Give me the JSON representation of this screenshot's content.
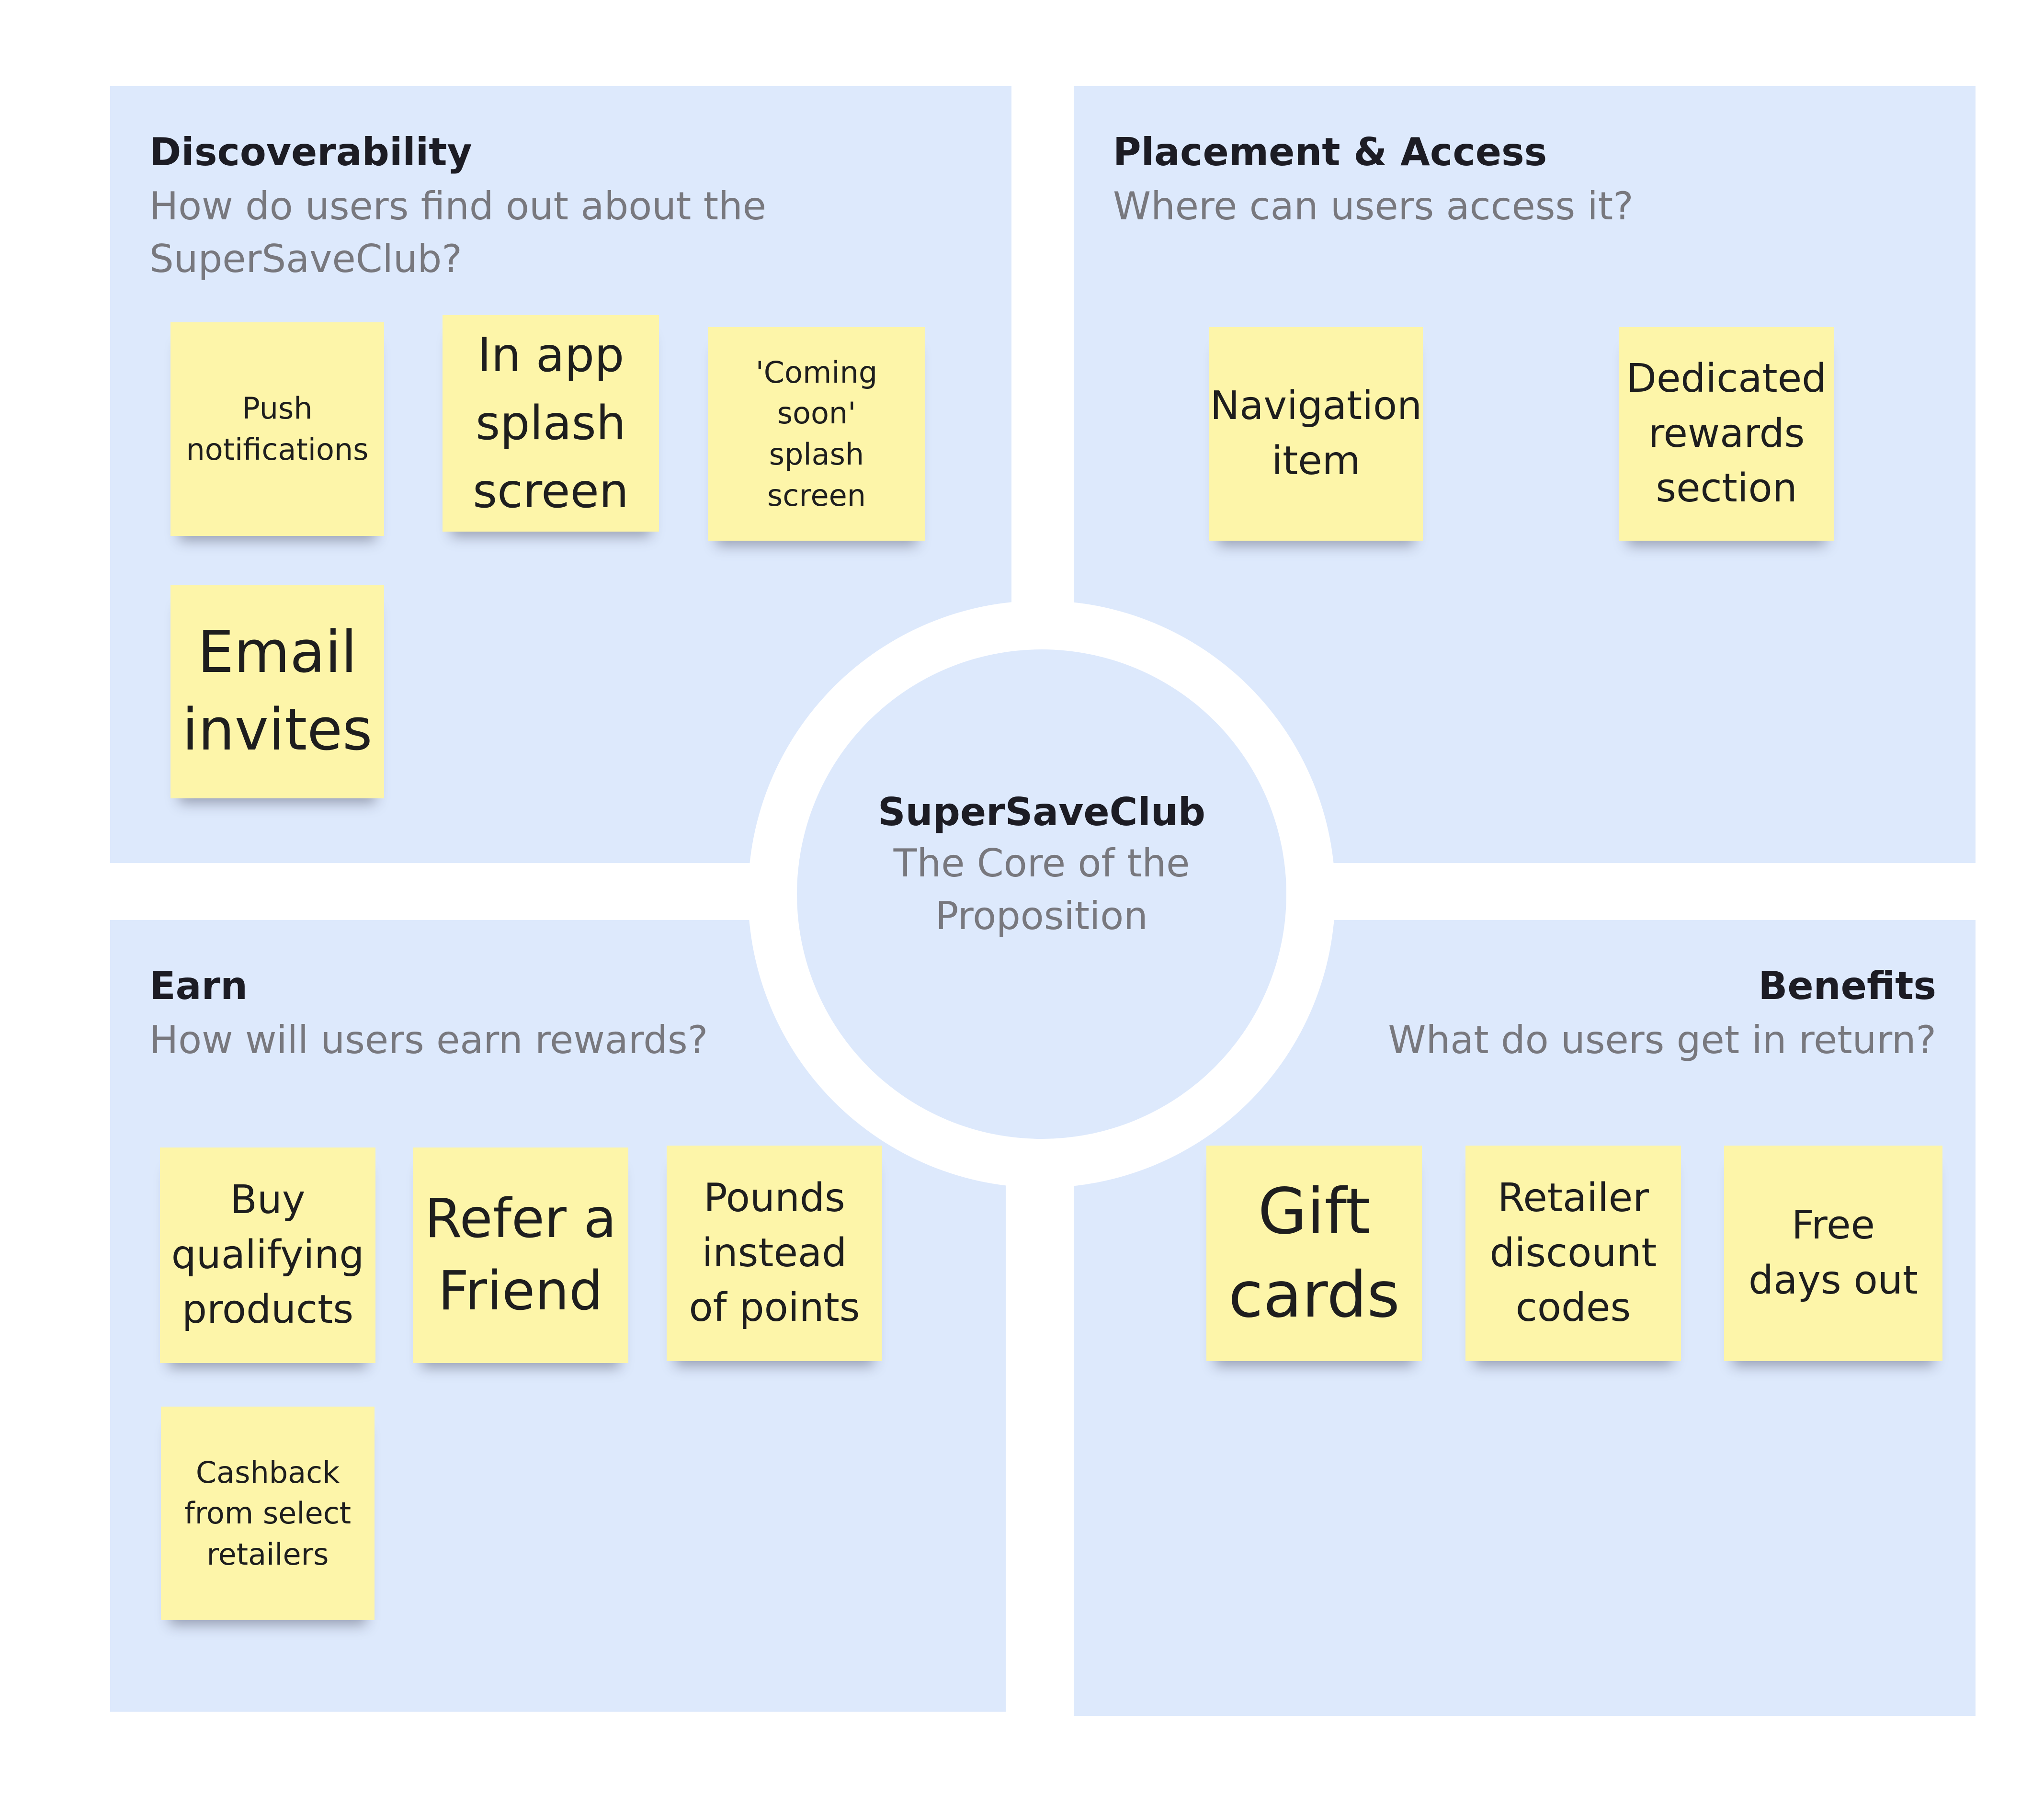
{
  "quadrants": {
    "discoverability": {
      "title": "Discoverability",
      "subtitle": "How do users find out about the SuperSaveClub?",
      "notes": [
        "Push notifications",
        "In app splash screen",
        "'Coming soon' splash screen",
        "Email invites"
      ]
    },
    "placement": {
      "title": "Placement & Access",
      "subtitle": "Where can users access it?",
      "notes": [
        "Navigation item",
        "Dedicated rewards section"
      ]
    },
    "earn": {
      "title": "Earn",
      "subtitle": "How will users earn rewards?",
      "notes": [
        "Buy qualifying products",
        "Refer a Friend",
        "Pounds instead of points",
        "Cashback from select retailers"
      ]
    },
    "benefits": {
      "title": "Benefits",
      "subtitle": "What do users get in return?",
      "notes": [
        "Gift cards",
        "Retailer discount codes",
        "Free days out"
      ]
    }
  },
  "center": {
    "title": "SuperSaveClub",
    "subtitle": "The Core of the Proposition"
  },
  "colors": {
    "quadrant_bg": "#dde9fc",
    "sticky_note": "#fdf5a9",
    "title_text": "#1c1c24",
    "subtitle_text": "#78787e"
  }
}
